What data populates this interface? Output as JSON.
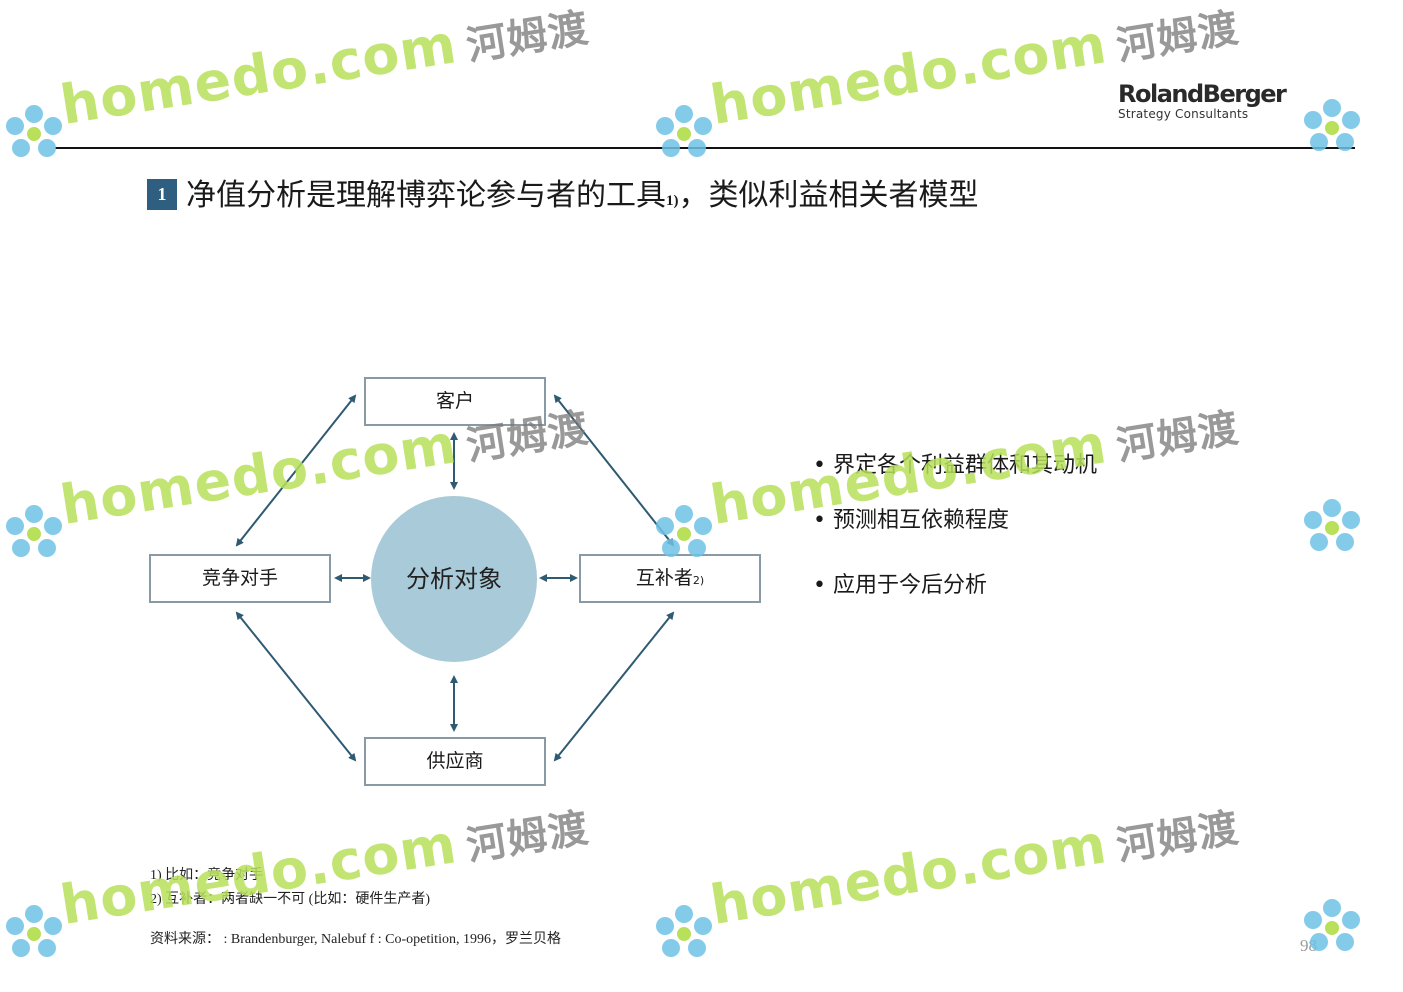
{
  "header": {
    "logo_main": "RolandBerger",
    "logo_sub": "Strategy Consultants"
  },
  "title": {
    "number": "1",
    "text": "净值分析是理解博弈论参与者的工具",
    "footnote_ref": "1)",
    "text_after": "，类似利益相关者模型"
  },
  "diagram": {
    "center": "分析对象",
    "top": "客户",
    "left": "竞争对手",
    "right": "互补者",
    "right_ref": "2)",
    "bottom": "供应商"
  },
  "bullets": [
    "• 界定各个利益群体和其动机",
    "• 预测相互依赖程度",
    "• 应用于今后分析"
  ],
  "footnotes": {
    "note1": "1) 比如：竞争对手",
    "note2": "2) 互补者：两者缺一不可 (比如：硬件生产者)",
    "source": "资料来源： : Brandenburger, Nalebuf f : Co-opetition, 1996，罗兰贝格"
  },
  "page_number": "98",
  "watermark": {
    "text": "homedo.com",
    "cn": "河姆渡"
  },
  "colors": {
    "accent": "#2f5f80",
    "circle": "#a9cad8",
    "arrow": "#2e5a72",
    "watermark_green": "#b8e05a",
    "watermark_petal": "#6ec3e6"
  }
}
